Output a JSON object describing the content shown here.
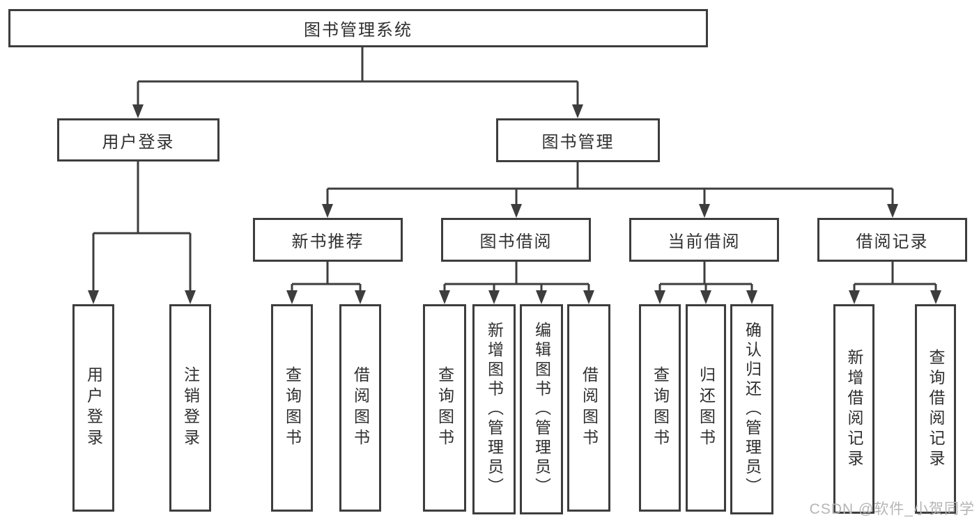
{
  "tree": {
    "label": "图书管理系统",
    "children": [
      {
        "label": "用户登录",
        "children": [
          {
            "label": "用户登录"
          },
          {
            "label": "注销登录"
          }
        ]
      },
      {
        "label": "图书管理",
        "children": [
          {
            "label": "新书推荐",
            "children": [
              {
                "label": "查询图书"
              },
              {
                "label": "借阅图书"
              }
            ]
          },
          {
            "label": "图书借阅",
            "children": [
              {
                "label": "查询图书"
              },
              {
                "label": "新增图书（管理员）"
              },
              {
                "label": "编辑图书（管理员）"
              },
              {
                "label": "借阅图书"
              }
            ]
          },
          {
            "label": "当前借阅",
            "children": [
              {
                "label": "查询图书"
              },
              {
                "label": "归还图书"
              },
              {
                "label": "确认归还（管理员）"
              }
            ]
          },
          {
            "label": "借阅记录",
            "children": [
              {
                "label": "新增借阅记录"
              },
              {
                "label": "查询借阅记录"
              }
            ]
          }
        ]
      }
    ]
  },
  "watermark": {
    "text": "CSDN @软件_小贺同学"
  },
  "colors": {
    "line": "#3d3d3d",
    "box_border": "#3d3d3d",
    "text": "#2f2f2f",
    "background": "#ffffff",
    "watermark": "#b5b5b5"
  }
}
